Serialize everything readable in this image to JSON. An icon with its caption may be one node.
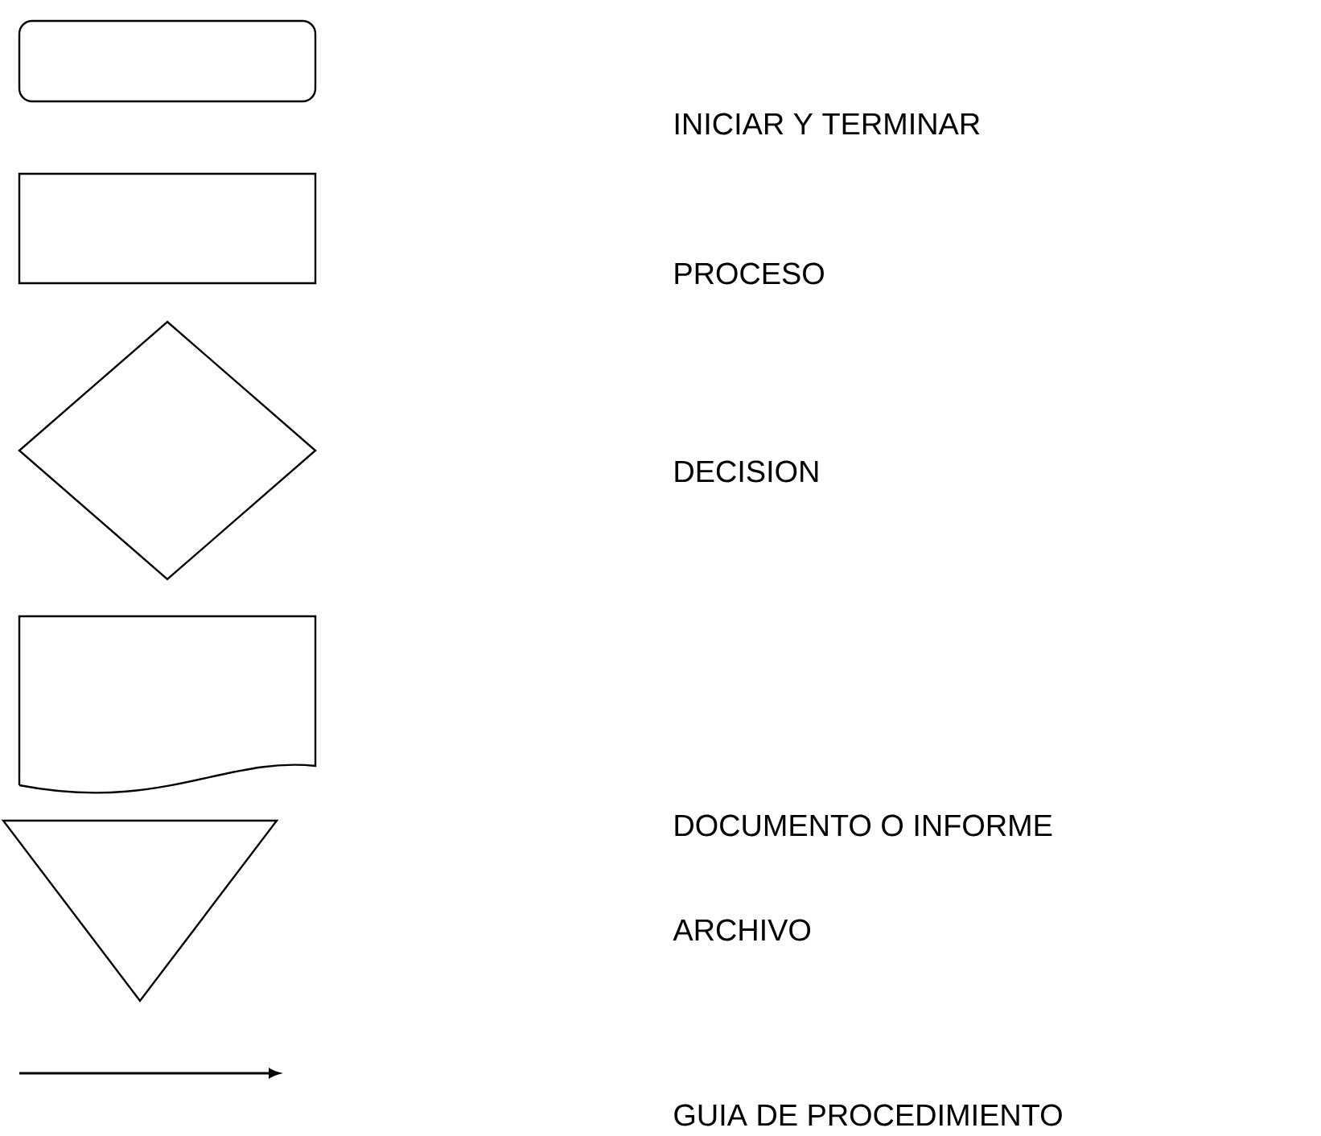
{
  "diagram": {
    "nodes": [
      {
        "text": [],
        "shape": "rounded-box"
      },
      {
        "text": [],
        "shape": "box"
      },
      {
        "text": [],
        "shape": "diamond"
      },
      {
        "text": [],
        "shape": "document"
      },
      {
        "text": [],
        "shape": "triangle"
      }
    ],
    "legend": [
      {
        "text": "INICIAR Y TERMINAR"
      },
      {
        "text": "PROCESO"
      },
      {
        "text": "DECISION"
      },
      {
        "text": "DOCUMENTO O INFORME"
      },
      {
        "text": "ARCHIVO"
      },
      {
        "text": "GUIA DE PROCEDIMIENTO"
      }
    ]
  }
}
